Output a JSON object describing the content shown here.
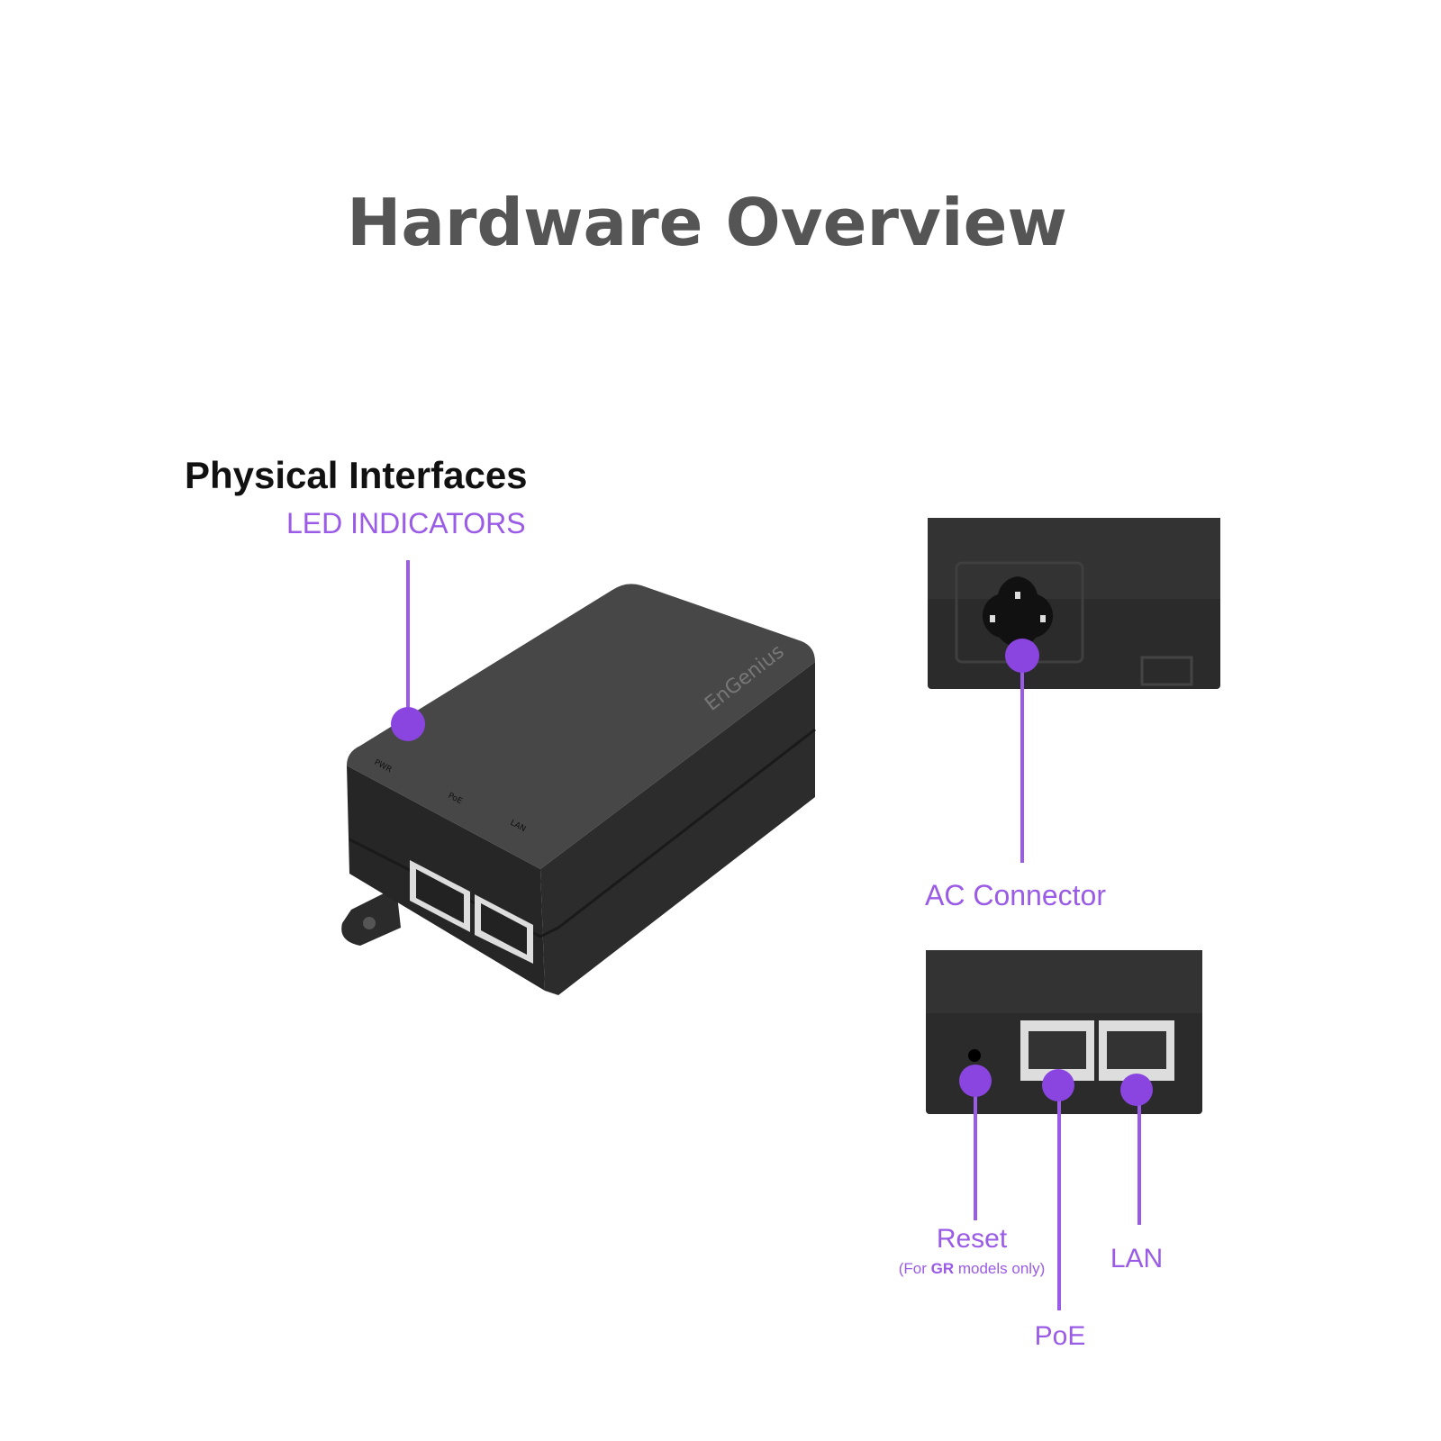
{
  "title": "Hardware Overview",
  "section_heading": "Physical Interfaces",
  "device": {
    "brand_logo": "EnGenius",
    "led_labels": [
      "PWR",
      "PoE",
      "LAN"
    ]
  },
  "callouts": {
    "led_indicators": "LED INDICATORS",
    "ac_connector": "AC Connector",
    "reset": "Reset",
    "reset_note_prefix": "(For ",
    "reset_note_bold": "GR",
    "reset_note_suffix": " models only)",
    "poe": "PoE",
    "lan": "LAN"
  },
  "colors": {
    "accent": "#8a45e0",
    "device": "#2e2e2e",
    "title": "#555555"
  }
}
